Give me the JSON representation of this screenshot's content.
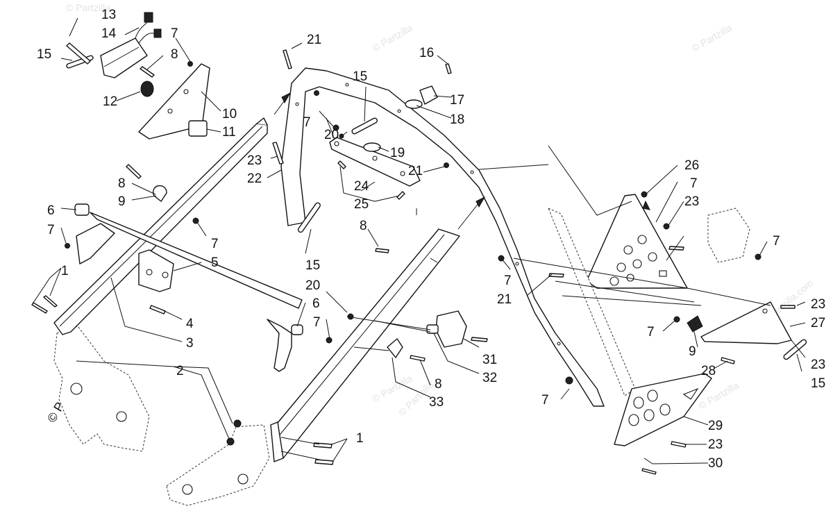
{
  "watermark": {
    "text": "© Partzilla",
    "side_text": "© Partzilla.com"
  },
  "callouts": [
    {
      "id": "c13a",
      "label": "13"
    },
    {
      "id": "c14",
      "label": "14"
    },
    {
      "id": "c15a",
      "label": "15"
    },
    {
      "id": "c7a",
      "label": "7"
    },
    {
      "id": "c8a",
      "label": "8"
    },
    {
      "id": "c12",
      "label": "12"
    },
    {
      "id": "c10",
      "label": "10"
    },
    {
      "id": "c11",
      "label": "11"
    },
    {
      "id": "c21a",
      "label": "21"
    },
    {
      "id": "c15b",
      "label": "15"
    },
    {
      "id": "c7b",
      "label": "7"
    },
    {
      "id": "c20a",
      "label": "20"
    },
    {
      "id": "c19",
      "label": "19"
    },
    {
      "id": "c21b",
      "label": "21"
    },
    {
      "id": "c24",
      "label": "24"
    },
    {
      "id": "c25",
      "label": "25"
    },
    {
      "id": "c16",
      "label": "16"
    },
    {
      "id": "c17",
      "label": "17"
    },
    {
      "id": "c18",
      "label": "18"
    },
    {
      "id": "c23a",
      "label": "23"
    },
    {
      "id": "c22",
      "label": "22"
    },
    {
      "id": "c8b",
      "label": "8"
    },
    {
      "id": "c9a",
      "label": "9"
    },
    {
      "id": "c6a",
      "label": "6"
    },
    {
      "id": "c7c",
      "label": "7"
    },
    {
      "id": "c7d",
      "label": "7"
    },
    {
      "id": "c5",
      "label": "5"
    },
    {
      "id": "c1a",
      "label": "1"
    },
    {
      "id": "c4",
      "label": "4"
    },
    {
      "id": "c3",
      "label": "3"
    },
    {
      "id": "c6b",
      "label": "6"
    },
    {
      "id": "c2",
      "label": "2"
    },
    {
      "id": "c15c",
      "label": "15"
    },
    {
      "id": "c8c",
      "label": "8"
    },
    {
      "id": "c20b",
      "label": "20"
    },
    {
      "id": "c7e",
      "label": "7"
    },
    {
      "id": "c31",
      "label": "31"
    },
    {
      "id": "c32",
      "label": "32"
    },
    {
      "id": "c8d",
      "label": "8"
    },
    {
      "id": "c33",
      "label": "33"
    },
    {
      "id": "c1b",
      "label": "1"
    },
    {
      "id": "c26",
      "label": "26"
    },
    {
      "id": "c7f",
      "label": "7"
    },
    {
      "id": "c23b",
      "label": "23"
    },
    {
      "id": "c7g",
      "label": "7"
    },
    {
      "id": "c7h",
      "label": "7"
    },
    {
      "id": "c21c",
      "label": "21"
    },
    {
      "id": "c23c",
      "label": "23"
    },
    {
      "id": "c27",
      "label": "27"
    },
    {
      "id": "c7i",
      "label": "7"
    },
    {
      "id": "c9b",
      "label": "9"
    },
    {
      "id": "c23d",
      "label": "23"
    },
    {
      "id": "c28",
      "label": "28"
    },
    {
      "id": "c15d",
      "label": "15"
    },
    {
      "id": "c7j",
      "label": "7"
    },
    {
      "id": "c29",
      "label": "29"
    },
    {
      "id": "c23e",
      "label": "23"
    },
    {
      "id": "c30",
      "label": "30"
    }
  ]
}
